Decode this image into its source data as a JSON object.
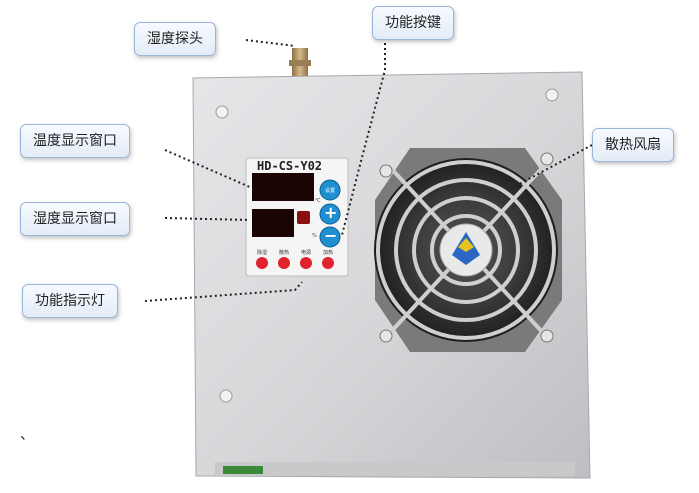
{
  "callouts": {
    "humidity_probe": "湿度探头",
    "function_keys": "功能按键",
    "temp_display": "温度显示窗口",
    "humidity_display": "湿度显示窗口",
    "function_indicators": "功能指示灯",
    "cooling_fan": "散热风扇"
  },
  "panel": {
    "model": "HD-CS-Y02",
    "temp_reading": "",
    "humidity_reading": "",
    "set_key": "设置",
    "plus_key": "+",
    "minus_key": "−",
    "temp_unit": "℃",
    "humidity_unit": "%",
    "indicator_labels": [
      "除湿",
      "散热",
      "电源",
      "加热"
    ]
  },
  "stray_mark": "、",
  "colors": {
    "device_body": "#d9d9dc",
    "display_red": "#ff3030",
    "key_blue": "#1f8fd1",
    "indicator_red": "#e0232c",
    "callout_border": "#9bb7d8"
  }
}
